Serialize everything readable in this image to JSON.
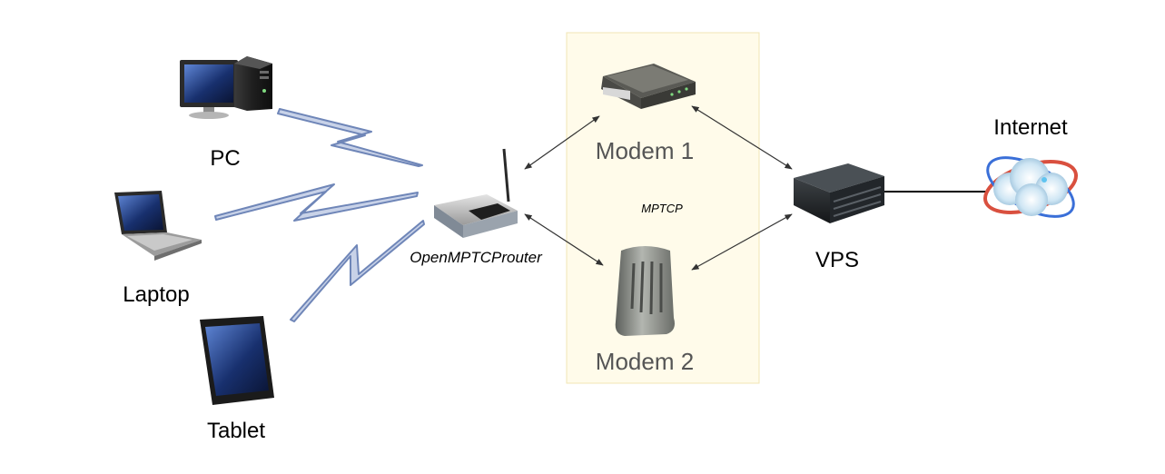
{
  "labels": {
    "pc": "PC",
    "laptop": "Laptop",
    "tablet": "Tablet",
    "router": "OpenMPTCProuter",
    "modem1": "Modem 1",
    "modem2": "Modem 2",
    "mptcp": "MPTCP",
    "vps": "VPS",
    "internet": "Internet"
  },
  "icons": {
    "pc": "desktop-computer-icon",
    "laptop": "laptop-icon",
    "tablet": "tablet-icon",
    "router": "wifi-router-icon",
    "modem1": "dsl-modem-icon",
    "modem2": "cable-modem-icon",
    "vps": "server-icon",
    "internet": "cloud-globe-icon"
  },
  "colors": {
    "mptcp_zone_fill": "#fffbea",
    "mptcp_zone_border": "#f0e6b4",
    "wireless_fill": "#c8d2e8",
    "wireless_stroke": "#6f86b8",
    "modem_label": "#555555"
  }
}
